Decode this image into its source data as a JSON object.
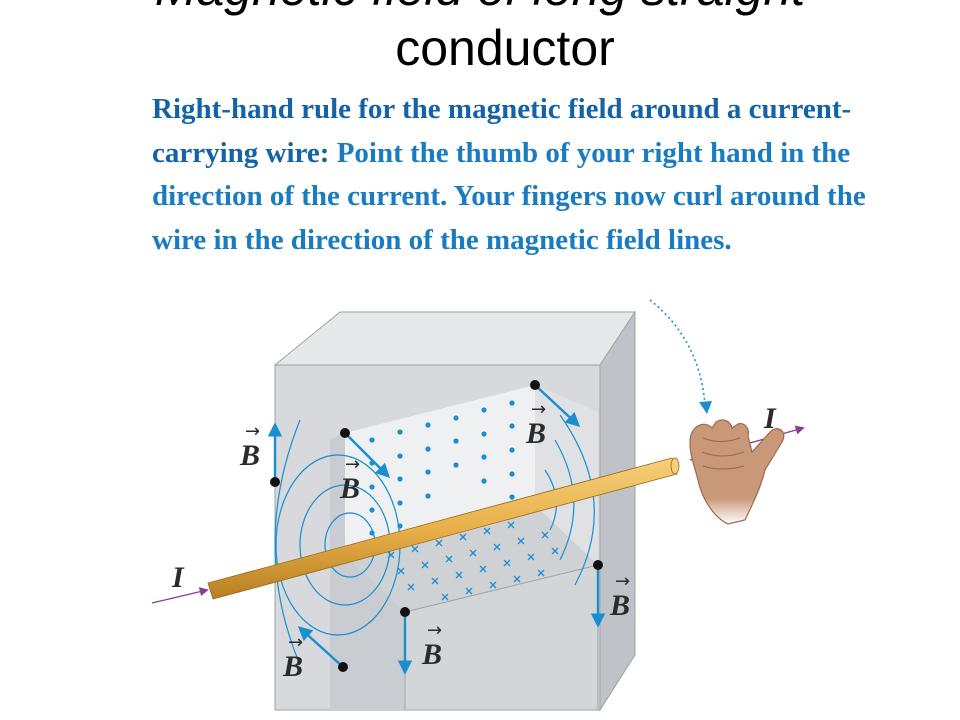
{
  "slide": {
    "title_line1": "Magnetic field of long straight",
    "title_line2": "conductor"
  },
  "caption": {
    "lead": "Right-hand rule for the magnetic field around a current-carrying wire:",
    "body": " Point the thumb of your right hand in the direction of the current. Your fingers now curl around the wire in the direction of the magnetic field lines."
  },
  "figure": {
    "current_label": "I",
    "field_label": "B",
    "colors": {
      "field": "#1a8fd0",
      "wire": "#e8b04a",
      "current_arrow": "#8a3d8f",
      "block": "#d7d9dc"
    }
  }
}
